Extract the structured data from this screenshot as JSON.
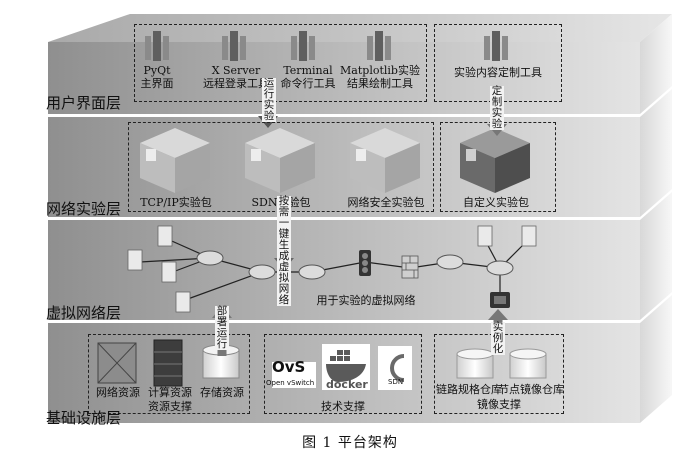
{
  "layers": {
    "ui": "用户界面层",
    "net": "网络实验层",
    "virt": "虚拟网络层",
    "infra": "基础设施层"
  },
  "ui_tools": [
    {
      "line1": "PyQt",
      "line2": "主界面"
    },
    {
      "line1": "X Server",
      "line2": "远程登录工具"
    },
    {
      "line1": "Terminal",
      "line2": "命令行工具"
    },
    {
      "line1": "Matplotlib实验",
      "line2": "结果绘制工具"
    }
  ],
  "custom_tool": "实验内容定制工具",
  "packages": [
    "TCP/IP实验包",
    "SDN实验包",
    "网络安全实验包",
    "自定义实验包"
  ],
  "arrows": {
    "run_experiment": [
      "运",
      "行",
      "实",
      "验"
    ],
    "customize": [
      "定",
      "制",
      "实",
      "验"
    ],
    "one_click": [
      "按",
      "需",
      "一",
      "键",
      "生",
      "成",
      "虚",
      "拟",
      "网",
      "络"
    ],
    "deploy": [
      "部",
      "署",
      "运",
      "行"
    ],
    "instantiate": [
      "实",
      "例",
      "化"
    ]
  },
  "virtual_network_label": "用于实验的虚拟网络",
  "resources": {
    "network": "网络资源",
    "compute": "计算资源",
    "storage": "存储资源",
    "support": "资源支撑"
  },
  "tech": {
    "ovs_big": "OvS",
    "ovs_small": "Open vSwitch",
    "docker": "docker",
    "sdn": "SDN",
    "support": "技术支撑"
  },
  "mirror": {
    "link_repo": "链路规格仓库",
    "node_repo": "节点镜像仓库",
    "support": "镜像支撑"
  },
  "caption": "图 1   平台架构",
  "colors": {
    "band_dark": "#9a9a9a",
    "band_light": "#dcdcdc",
    "panel": "#ececec"
  }
}
